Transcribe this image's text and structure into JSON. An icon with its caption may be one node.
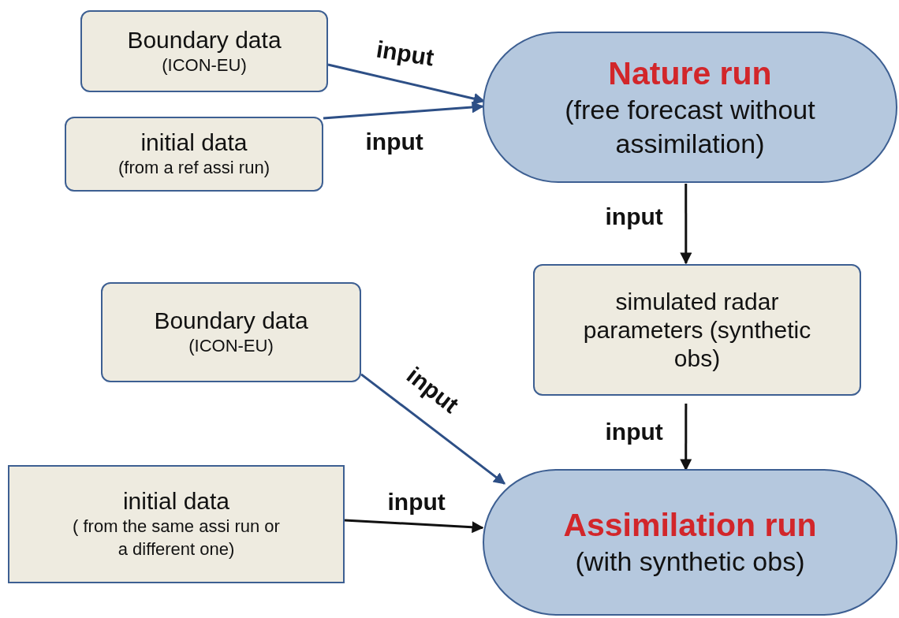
{
  "diagram": {
    "nodes": [
      {
        "text": [
          "Boundary data",
          "(ICON-EU)"
        ]
      },
      {
        "text": [
          "initial data",
          "(from a ref assi run)"
        ]
      },
      {
        "text": [
          "Nature run",
          "(free forecast without assimilation)"
        ]
      },
      {
        "text": [
          "simulated radar parameters (synthetic obs)"
        ]
      },
      {
        "text": [
          "Boundary data",
          "(ICON-EU)"
        ]
      },
      {
        "text": [
          "initial data",
          "( from the same assi run or a different one)"
        ]
      },
      {
        "text": [
          "Assimilation run",
          "(with synthetic obs)"
        ]
      }
    ],
    "edges": [
      {
        "from": 0,
        "to": 2,
        "arrow": "to",
        "label": "input"
      },
      {
        "from": 1,
        "to": 2,
        "arrow": "to",
        "label": "input"
      },
      {
        "from": 2,
        "to": 3,
        "arrow": "to",
        "label": "input",
        "color": "#111111"
      },
      {
        "from": 3,
        "to": 6,
        "arrow": "to",
        "label": "input",
        "color": "#111111"
      },
      {
        "from": 4,
        "to": 6,
        "arrow": "to",
        "label": "input"
      },
      {
        "from": 5,
        "to": 6,
        "arrow": "to",
        "label": "input",
        "color": "#111111"
      }
    ]
  }
}
